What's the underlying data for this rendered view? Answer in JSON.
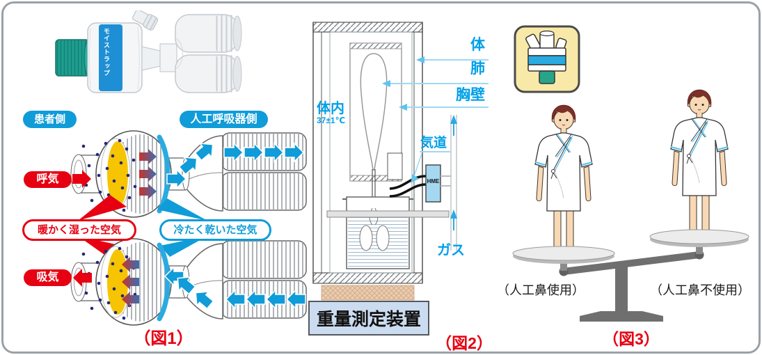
{
  "colors": {
    "accent_blue": "#0f9cd8",
    "accent_red": "#e60012",
    "label_blue": "#00a0e9",
    "filter_yellow": "#f6c400",
    "filter_blue_layer": "#29abe2",
    "hme_fill": "#a5d8f0",
    "device_fill": "#ccdcf0",
    "scale_gray": "#6f6f6f",
    "icon_bg": "#f8e9a8",
    "icon_green": "#27a589"
  },
  "product": {
    "band_text": "モイストラップ"
  },
  "fig1": {
    "patient_side": "患者側",
    "ventilator_side": "人工呼吸器側",
    "exhale": "呼気",
    "inhale": "吸気",
    "warm_air": "暖かく湿った空気",
    "cold_air": "冷たく乾いた空気",
    "caption": "（図1）"
  },
  "fig2": {
    "body": "体",
    "lung": "肺",
    "chest_wall": "胸壁",
    "airway": "気道",
    "inside_body": "体内",
    "temperature": "37±1℃",
    "hme_label": "HME",
    "gas": "ガス",
    "device": "重量測定装置",
    "caption": "（図2）"
  },
  "fig3": {
    "left_label": "（人工鼻使用）",
    "right_label": "（人工鼻不使用）",
    "caption": "（図3）"
  }
}
